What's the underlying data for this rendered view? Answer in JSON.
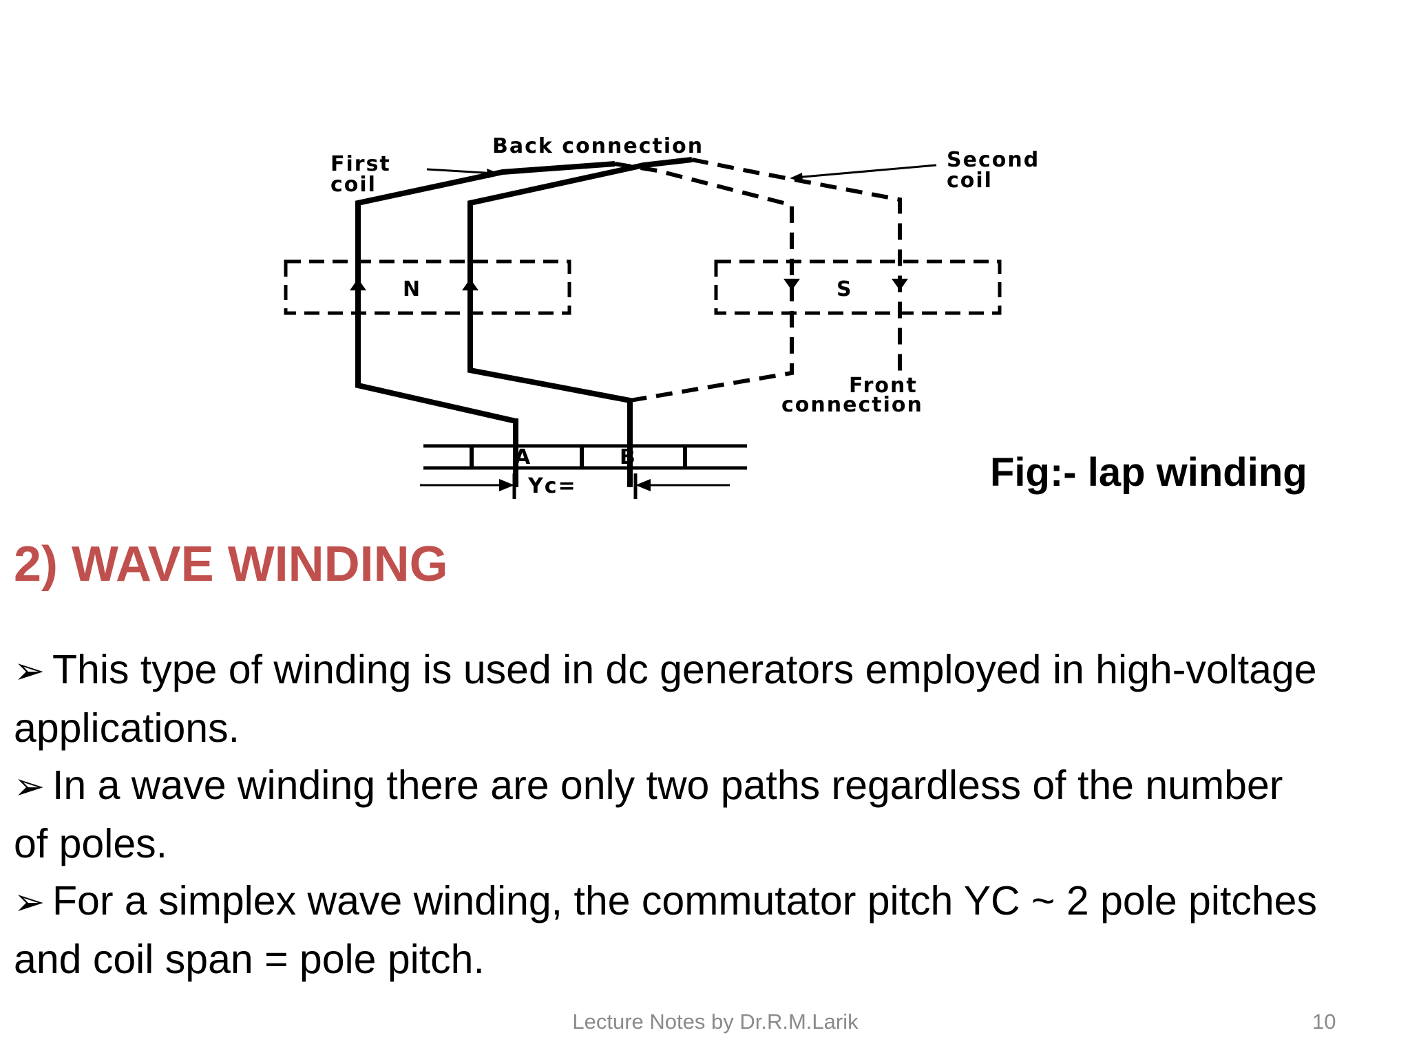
{
  "figure": {
    "labels": {
      "back_connection": "Back connection",
      "first_coil_line1": "First",
      "first_coil_line2": "coil",
      "second_coil_line1": "Second",
      "second_coil_line2": "coil",
      "pole_n": "N",
      "pole_s": "S",
      "front_connection_line1": "Front",
      "front_connection_line2": "connection",
      "segment_a": "A",
      "segment_b": "B",
      "yc": "Yc="
    },
    "caption": "Fig:- lap winding"
  },
  "section": {
    "heading": "2) WAVE WINDING"
  },
  "bullets": [
    "This type of winding is used in dc generators employed in high-voltage applications.",
    "In a wave winding there are only two paths regardless of the number of poles.",
    "For a simplex wave winding, the commutator pitch YC ~  2 pole pitches and coil span = pole pitch."
  ],
  "bullet_icon": "arrow-bullet-icon",
  "footer": {
    "text": "Lecture Notes by Dr.R.M.Larik",
    "page_number": "10"
  }
}
